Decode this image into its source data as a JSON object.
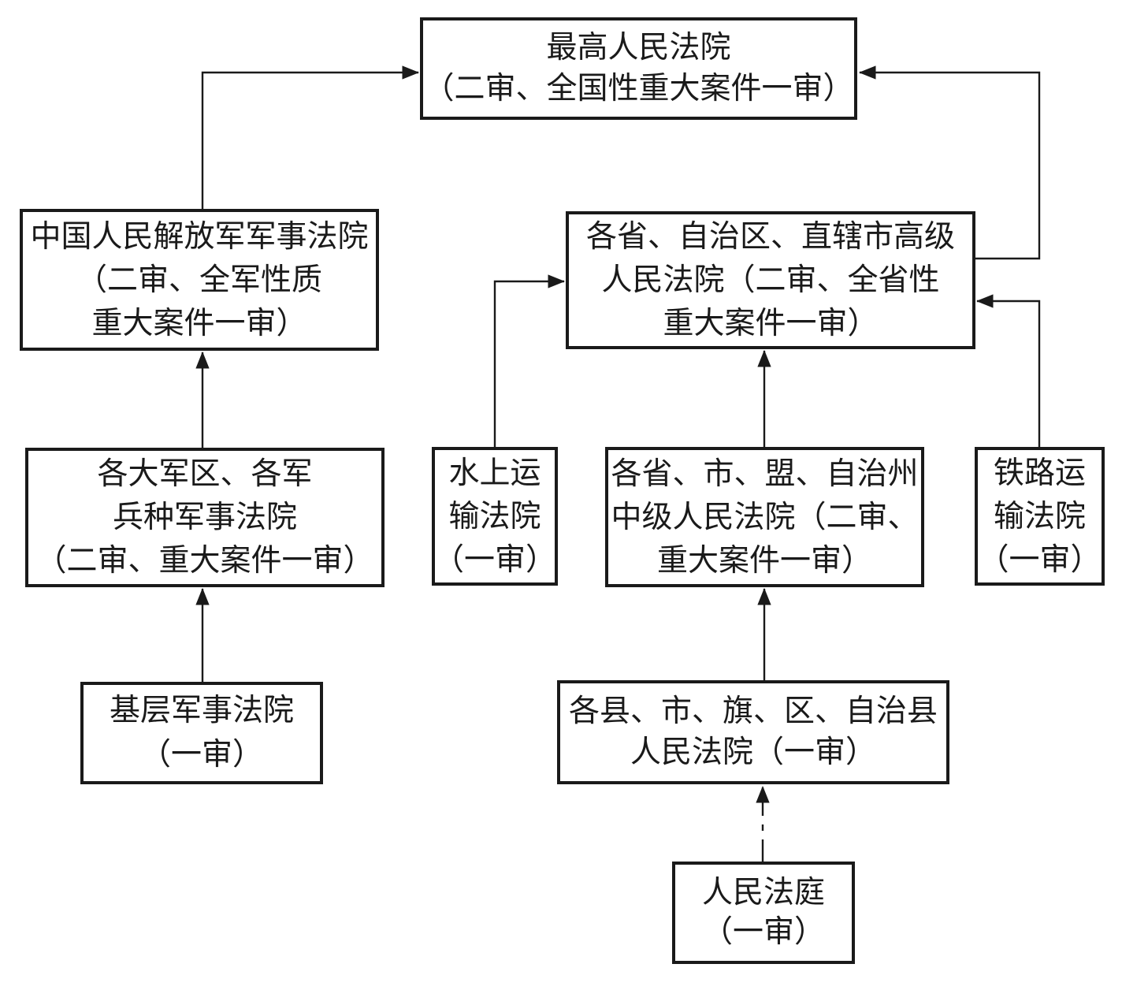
{
  "diagram": {
    "subject": "Chinese people's courts system organization chart",
    "colors": {
      "ink": "#1a1a1a",
      "background": "#ffffff"
    },
    "boxes": {
      "supreme": {
        "lines": [
          "最高人民法院",
          "（二审、全国性重大案件一审）"
        ]
      },
      "pla_military": {
        "lines": [
          "中国人民解放军军事法院",
          "（二审、全军性质",
          "重大案件一审）"
        ]
      },
      "higher": {
        "lines": [
          "各省、自治区、直辖市高级",
          "人民法院（二审、全省性",
          "重大案件一审）"
        ]
      },
      "military_regional": {
        "lines": [
          "各大军区、各军",
          "兵种军事法院",
          "（二审、重大案件一审）"
        ]
      },
      "water_transport": {
        "lines": [
          "水上运",
          "输法院",
          "（一审）"
        ]
      },
      "intermediate": {
        "lines": [
          "各省、市、盟、自治州",
          "中级人民法院（二审、",
          "重大案件一审）"
        ]
      },
      "railway_transport": {
        "lines": [
          "铁路运",
          "输法院",
          "（一审）"
        ]
      },
      "military_basic": {
        "lines": [
          "基层军事法院",
          "（一审）"
        ]
      },
      "basic": {
        "lines": [
          "各县、市、旗、区、自治县",
          "人民法院（一审）"
        ]
      },
      "tribunal": {
        "lines": [
          "人民法庭",
          "（一审）"
        ]
      }
    },
    "connectors": [
      {
        "from": "pla_military",
        "to": "supreme",
        "style": "solid"
      },
      {
        "from": "higher",
        "to": "supreme",
        "style": "solid"
      },
      {
        "from": "water_transport",
        "to": "higher",
        "style": "solid"
      },
      {
        "from": "intermediate",
        "to": "higher",
        "style": "solid"
      },
      {
        "from": "railway_transport",
        "to": "higher",
        "style": "solid"
      },
      {
        "from": "military_regional",
        "to": "pla_military",
        "style": "solid"
      },
      {
        "from": "military_basic",
        "to": "military_regional",
        "style": "solid"
      },
      {
        "from": "basic",
        "to": "intermediate",
        "style": "solid"
      },
      {
        "from": "tribunal",
        "to": "basic",
        "style": "dash-dot"
      }
    ]
  }
}
